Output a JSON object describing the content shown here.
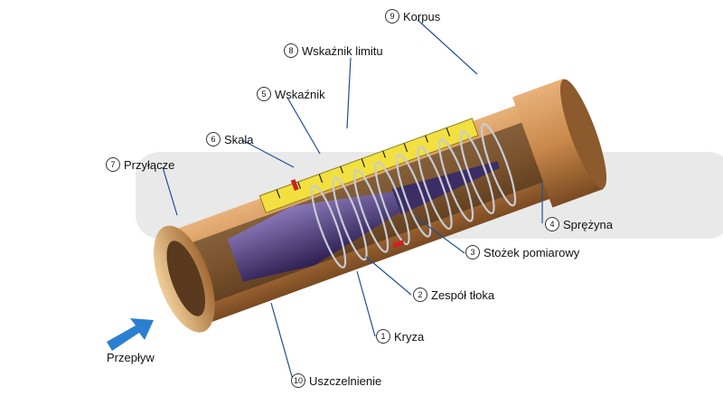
{
  "labels": {
    "korpus": {
      "number": "9",
      "text": "Korpus"
    },
    "wskaznik_lim": {
      "number": "8",
      "text": "Wskaźnik limitu"
    },
    "wskaznik": {
      "number": "5",
      "text": "Wskaźnik"
    },
    "skala": {
      "number": "6",
      "text": "Skala"
    },
    "przylacze": {
      "number": "7",
      "text": "Przyłącze"
    },
    "sprezyna": {
      "number": "4",
      "text": "Sprężyna"
    },
    "stozek": {
      "number": "3",
      "text": "Stożek pomiarowy"
    },
    "zespol": {
      "number": "2",
      "text": "Zespół tłoka"
    },
    "kryza": {
      "number": "1",
      "text": "Kryza"
    },
    "uszczel": {
      "number": "10",
      "text": "Uszczelnienie"
    }
  },
  "flow_label": "Przepływ",
  "colors": {
    "brass": "#c8884a",
    "brass_dark": "#7a4a22",
    "scale_yellow": "#f2e040",
    "piston_purple": "#4b3a78",
    "spring": "#c7ccd6",
    "flow_arrow": "#2a7fd0",
    "leader_line": "#1f4e9a"
  }
}
